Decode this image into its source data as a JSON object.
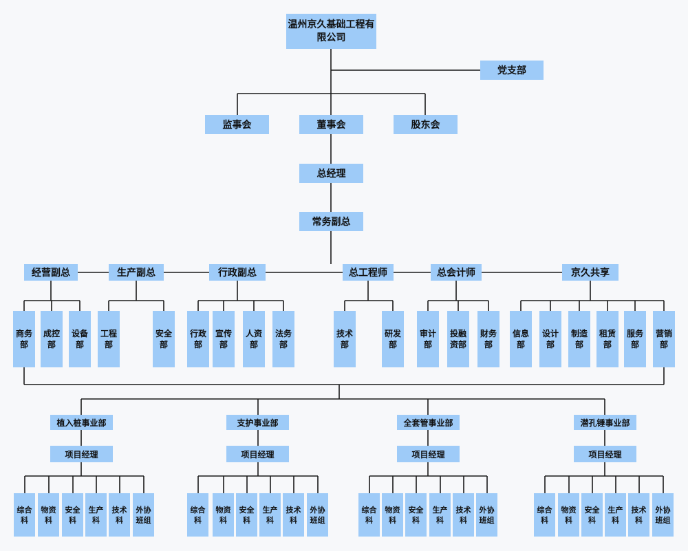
{
  "company": "温州京久基础工程有限公司",
  "party_branch": "党支部",
  "supervisors": "监事会",
  "board": "董事会",
  "shareholders": "股东会",
  "gm": "总经理",
  "exec_deputy": "常务副总",
  "divisions": [
    {
      "name": "经营副总",
      "depts": [
        "商务部",
        "成控部",
        "设备部"
      ]
    },
    {
      "name": "生产副总",
      "depts": [
        "工程部",
        "安全部"
      ]
    },
    {
      "name": "行政副总",
      "depts": [
        "行政部",
        "宣传部",
        "人资部",
        "法务部"
      ]
    },
    {
      "name": "总工程师",
      "depts": [
        "技术部",
        "研发部"
      ]
    },
    {
      "name": "总会计师",
      "depts": [
        "审计部",
        "投融资部",
        "财务部"
      ]
    },
    {
      "name": "京久共享",
      "depts": [
        "信息部",
        "设计部",
        "制造部",
        "租赁部",
        "服务部",
        "营销部"
      ]
    }
  ],
  "business_units": [
    {
      "name": "植入桩事业部",
      "manager": "项目经理",
      "sections": [
        "综合科",
        "物资科",
        "安全科",
        "生产科",
        "技术科",
        "外协班组"
      ]
    },
    {
      "name": "支护事业部",
      "manager": "项目经理",
      "sections": [
        "综合科",
        "物资科",
        "安全科",
        "生产科",
        "技术科",
        "外协班组"
      ]
    },
    {
      "name": "全套管事业部",
      "manager": "项目经理",
      "sections": [
        "综合科",
        "物资科",
        "安全科",
        "生产科",
        "技术科",
        "外协班组"
      ]
    },
    {
      "name": "潜孔锤事业部",
      "manager": "项目经理",
      "sections": [
        "综合科",
        "物资科",
        "安全科",
        "生产科",
        "技术科",
        "外协班组"
      ]
    }
  ]
}
